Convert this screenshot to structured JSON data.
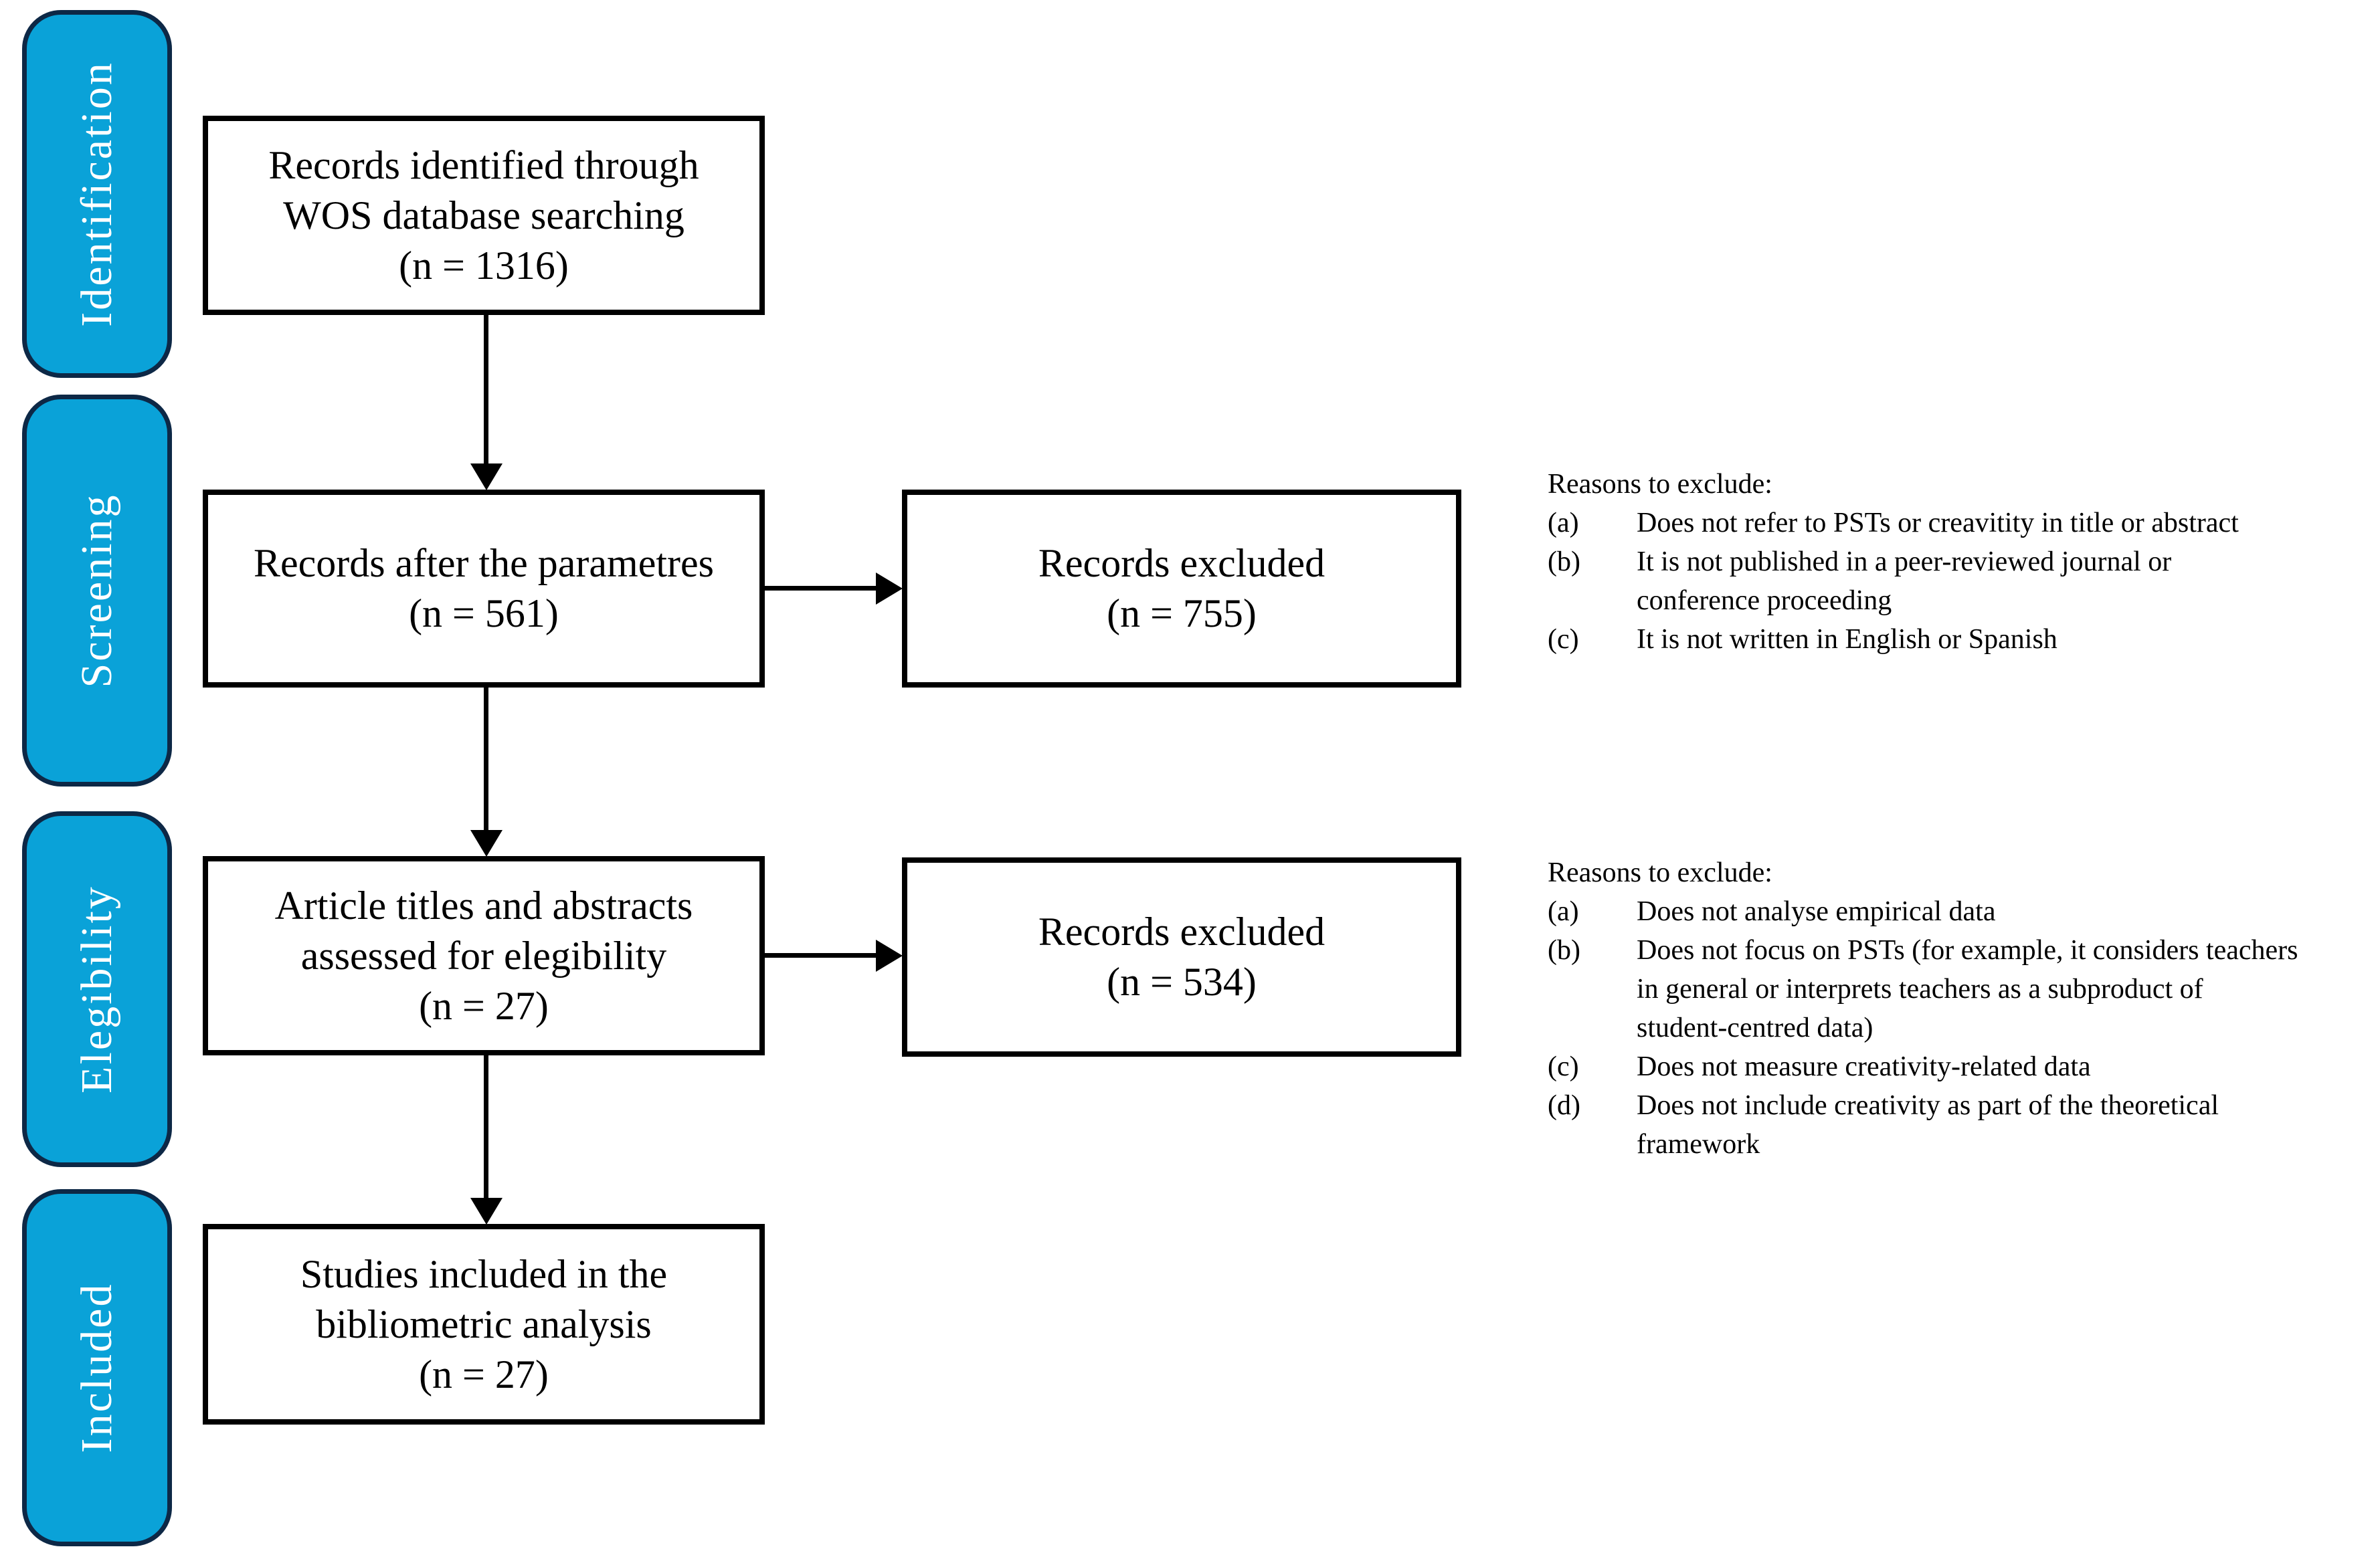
{
  "stages": [
    {
      "label": "Identification"
    },
    {
      "label": "Screening"
    },
    {
      "label": "Elegibility"
    },
    {
      "label": "Included"
    }
  ],
  "boxes": {
    "identified": "Records identified through\nWOS database searching\n(n = 1316)",
    "after_parameters": "Records after the parametres\n(n = 561)",
    "excluded_screening": "Records excluded\n(n = 755)",
    "assessed": "Article titles and abstracts\nassessed for elegibility\n(n = 27)",
    "excluded_eligibility": "Records excluded\n(n = 534)",
    "included": "Studies included in the\nbibliometric analysis\n(n = 27)"
  },
  "reasons_screening": {
    "title": "Reasons to exclude:",
    "items": [
      {
        "label": "(a)",
        "text": "Does not refer to PSTs or creavitity in title or abstract"
      },
      {
        "label": "(b)",
        "text": "It is not published in a peer-reviewed journal or\nconference proceeding"
      },
      {
        "label": "(c)",
        "text": "It is not written in English or Spanish"
      }
    ]
  },
  "reasons_eligibility": {
    "title": "Reasons to exclude:",
    "items": [
      {
        "label": "(a)",
        "text": "Does not analyse empirical data"
      },
      {
        "label": "(b)",
        "text": "Does not focus on PSTs (for example, it considers teachers\nin general or interprets teachers as a subproduct of\nstudent-centred data)"
      },
      {
        "label": "(c)",
        "text": "Does not measure creativity-related data"
      },
      {
        "label": "(d)",
        "text": "Does not include creativity as part of the theoretical\nframework"
      }
    ]
  },
  "colors": {
    "stage_fill": "#0aa2d8",
    "stage_border": "#0d2846",
    "box_border": "#000000",
    "arrow": "#000000",
    "stage_text": "#ffffff"
  }
}
